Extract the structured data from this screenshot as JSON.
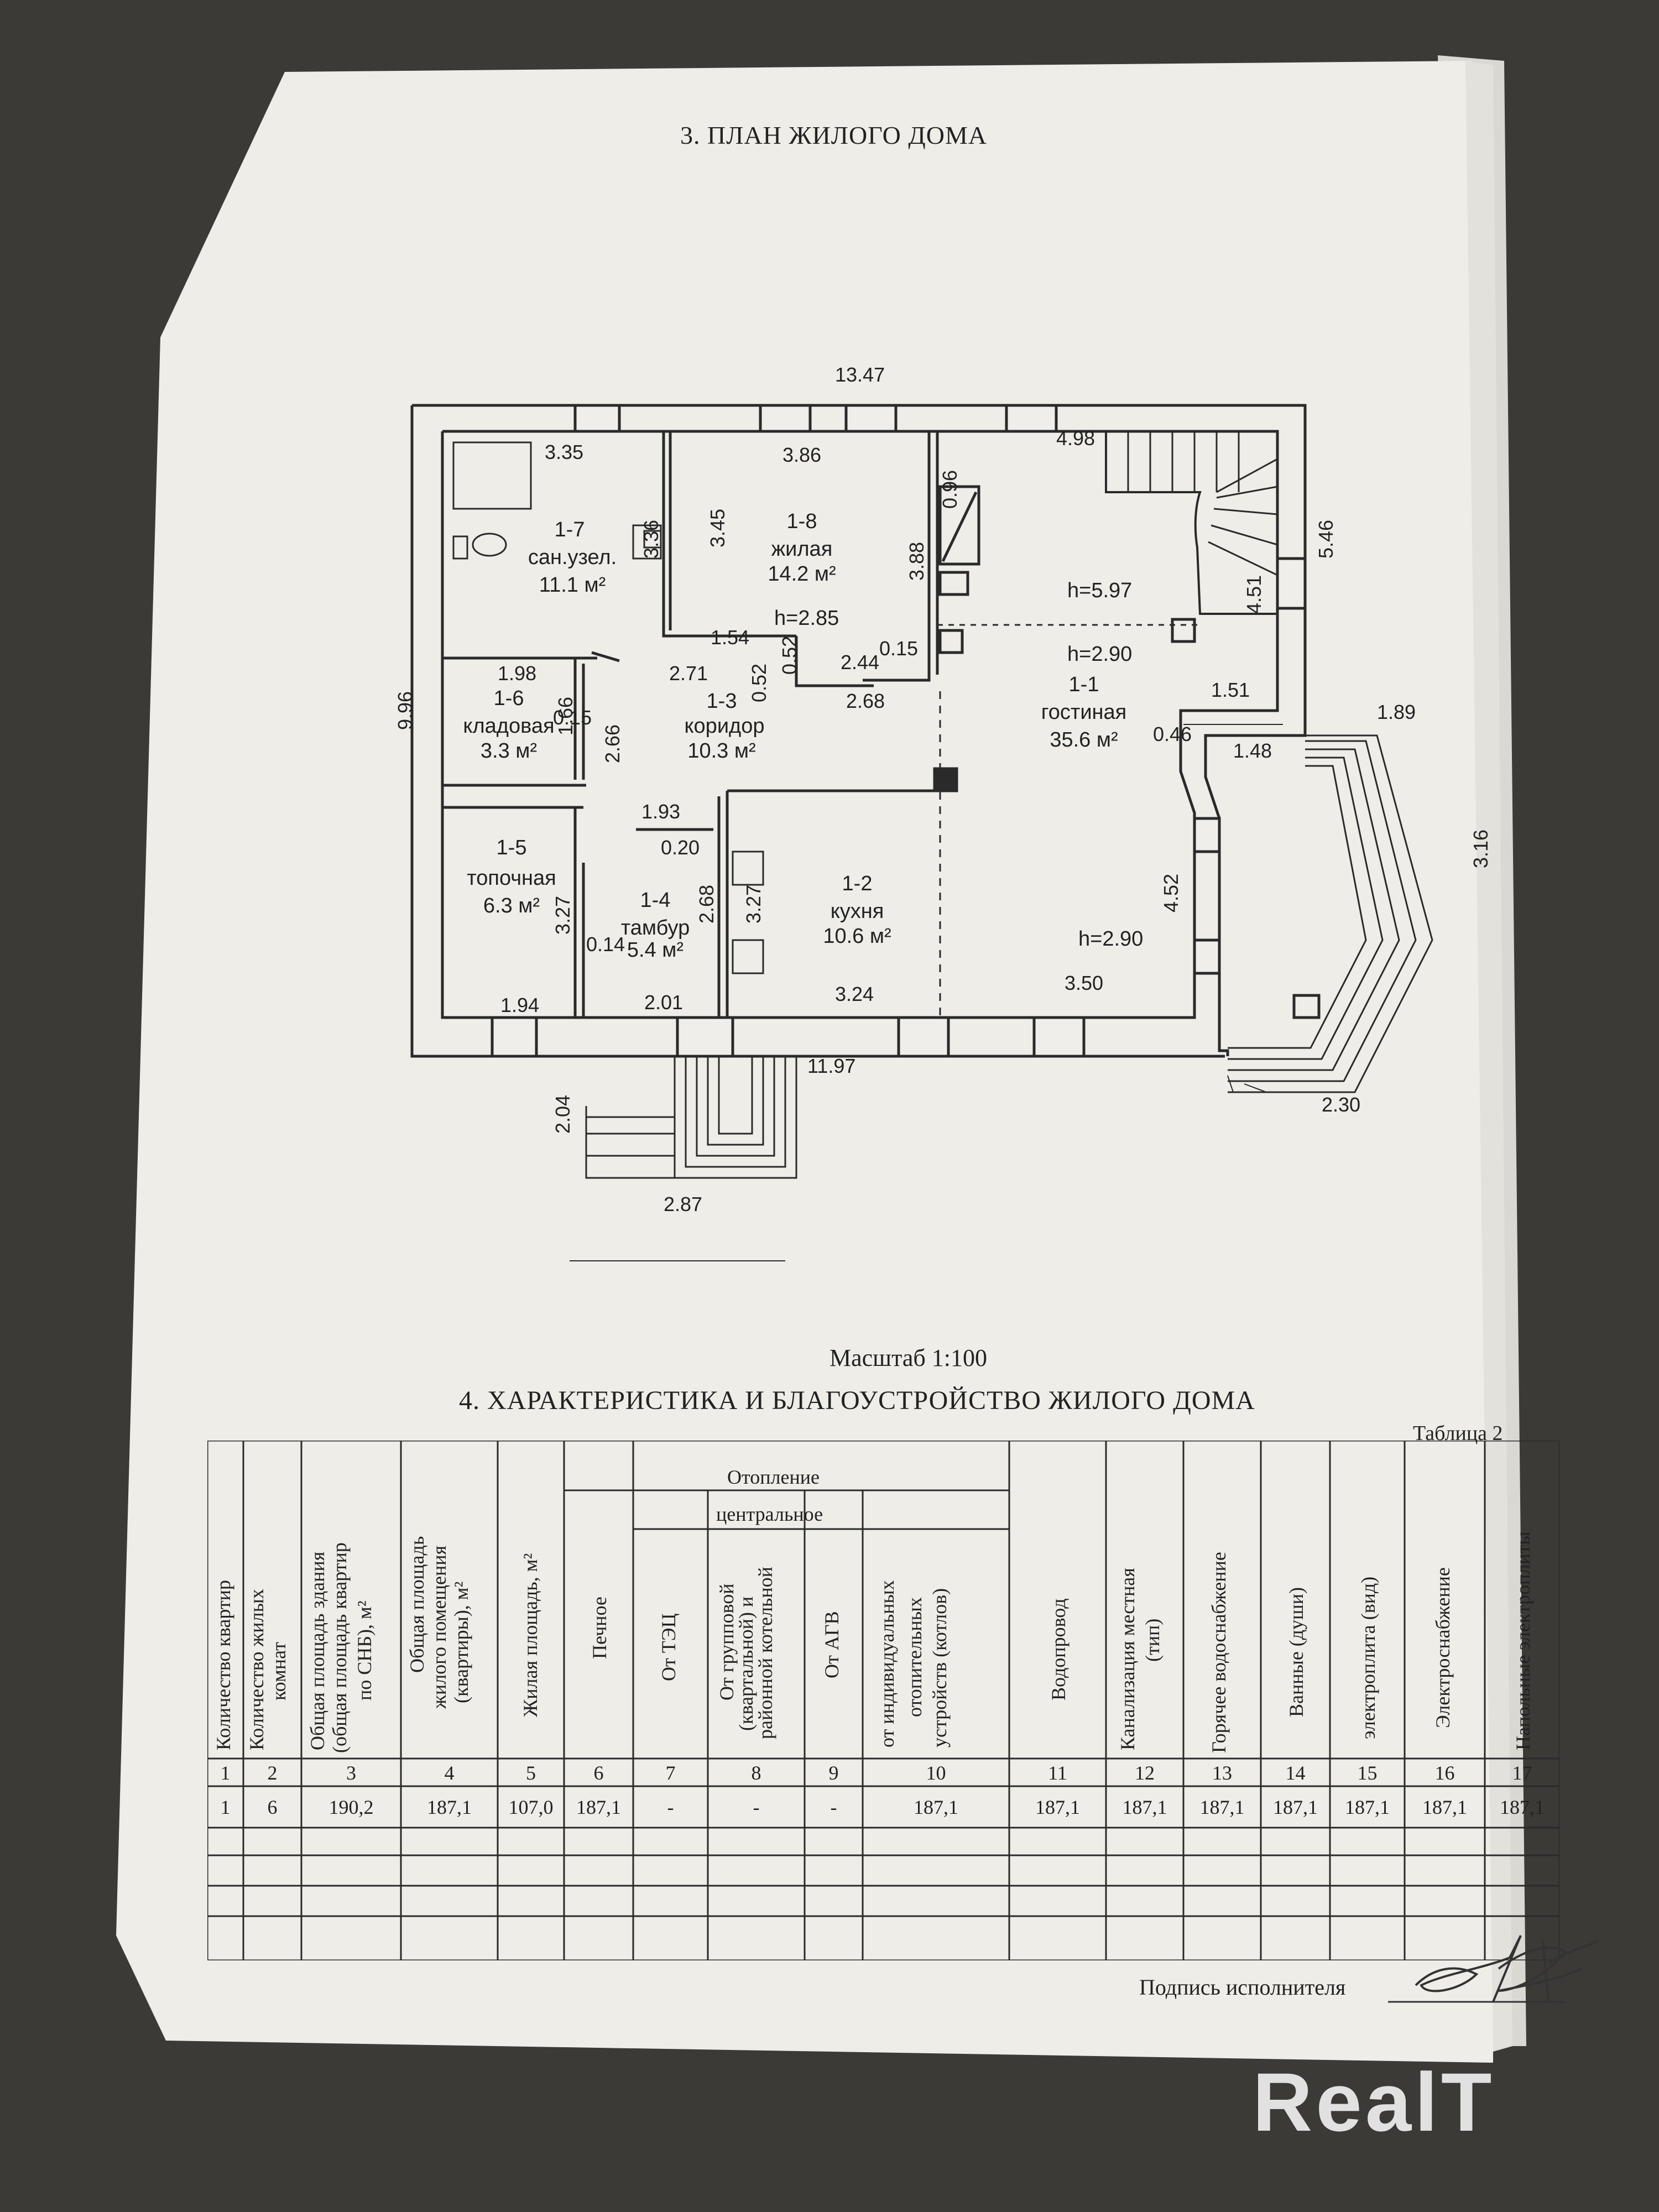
{
  "plan": {
    "title": "3. ПЛАН ЖИЛОГО ДОМА",
    "dims": {
      "top_total": "13.47",
      "bottom_total": "11.97",
      "left_total": "9.96",
      "right_upper": "5.46",
      "terrace_side": "3.16",
      "terrace_top": "1.89",
      "terrace_bottom": "2.30",
      "porch_w": "2.87",
      "porch_h": "2.04",
      "d335": "3.35",
      "d386": "3.86",
      "d096": "0.96",
      "d498": "4.98",
      "d336": "3.36",
      "d345": "3.45",
      "d388": "3.88",
      "d451": "4.51",
      "d015a": "0.15",
      "d154": "1.54",
      "d052a": "0.52",
      "d052b": "0.52",
      "d244": "2.44",
      "d015b": "0.15",
      "d271": "2.71",
      "d198": "1.98",
      "d166": "1.66",
      "d266": "2.66",
      "d268a": "2.68",
      "d151": "1.51",
      "d148": "1.48",
      "d046": "0.46",
      "d193": "1.93",
      "d020": "0.20",
      "d327a": "3.27",
      "d268b": "2.68",
      "d327b": "3.27",
      "d014": "0.14",
      "d452": "4.52",
      "d194": "1.94",
      "d201": "2.01",
      "d324": "3.24",
      "d350": "3.50"
    },
    "rooms": [
      {
        "id": "1-7",
        "name": "сан.узел.",
        "area": "11.1 м²"
      },
      {
        "id": "1-8",
        "name": "жилая",
        "area": "14.2 м²"
      },
      {
        "id": "1-6",
        "name": "кладовая",
        "area": "3.3 м²"
      },
      {
        "id": "1-3",
        "name": "коридор",
        "area": "10.3 м²"
      },
      {
        "id": "1-1",
        "name": "гостиная",
        "area": "35.6 м²"
      },
      {
        "id": "1-5",
        "name": "топочная",
        "area": "6.3 м²"
      },
      {
        "id": "1-4",
        "name": "тамбур",
        "area": "5.4 м²"
      },
      {
        "id": "1-2",
        "name": "кухня",
        "area": "10.6 м²"
      }
    ],
    "heights": {
      "h1": "h=2.85",
      "h2": "h=5.97",
      "h3": "h=2.90",
      "h4": "h=2.90"
    },
    "scale": "Масштаб  1:100"
  },
  "section4": {
    "title": "4. ХАРАКТЕРИСТИКА И БЛАГОУСТРОЙСТВО ЖИЛОГО ДОМА",
    "table_label": "Таблица 2",
    "group_heating": "Отопление",
    "group_central": "центральное",
    "headers": [
      [
        "Количество квартир"
      ],
      [
        "Количество жилых",
        "комнат"
      ],
      [
        "Общая площадь здания",
        "(общая площадь квартир",
        "по СНБ), м²"
      ],
      [
        "Общая площадь",
        "жилого помещения",
        "(квартиры), м²"
      ],
      [
        "Жилая площадь, м²"
      ],
      [
        "Печное"
      ],
      [
        "От ТЭЦ"
      ],
      [
        "От групповой",
        "(квартальной) и",
        "районной котельной"
      ],
      [
        "От АГВ"
      ],
      [
        "от индивидуальных",
        "отопительных",
        "устройств (котлов)"
      ],
      [
        "Водопровод"
      ],
      [
        "Канализация местная",
        "(тип)"
      ],
      [
        "Горячее водоснабжение"
      ],
      [
        "Ванные (души)"
      ],
      [
        "электроплита (вид)"
      ],
      [
        "Электроснабжение"
      ],
      [
        "Напольные электроплиты"
      ]
    ],
    "numbers": [
      "1",
      "2",
      "3",
      "4",
      "5",
      "6",
      "7",
      "8",
      "9",
      "10",
      "11",
      "12",
      "13",
      "14",
      "15",
      "16",
      "17"
    ],
    "row": [
      "1",
      "6",
      "190,2",
      "187,1",
      "107,0",
      "187,1",
      "-",
      "-",
      "-",
      "187,1",
      "187,1",
      "187,1",
      "187,1",
      "187,1",
      "187,1",
      "187,1",
      "187,1"
    ],
    "signature_label": "Подпись исполнителя"
  },
  "watermark": "RealT",
  "colors": {
    "paper": "#efeeea",
    "ink": "#2a2a2a",
    "background": "#3b3a37"
  }
}
